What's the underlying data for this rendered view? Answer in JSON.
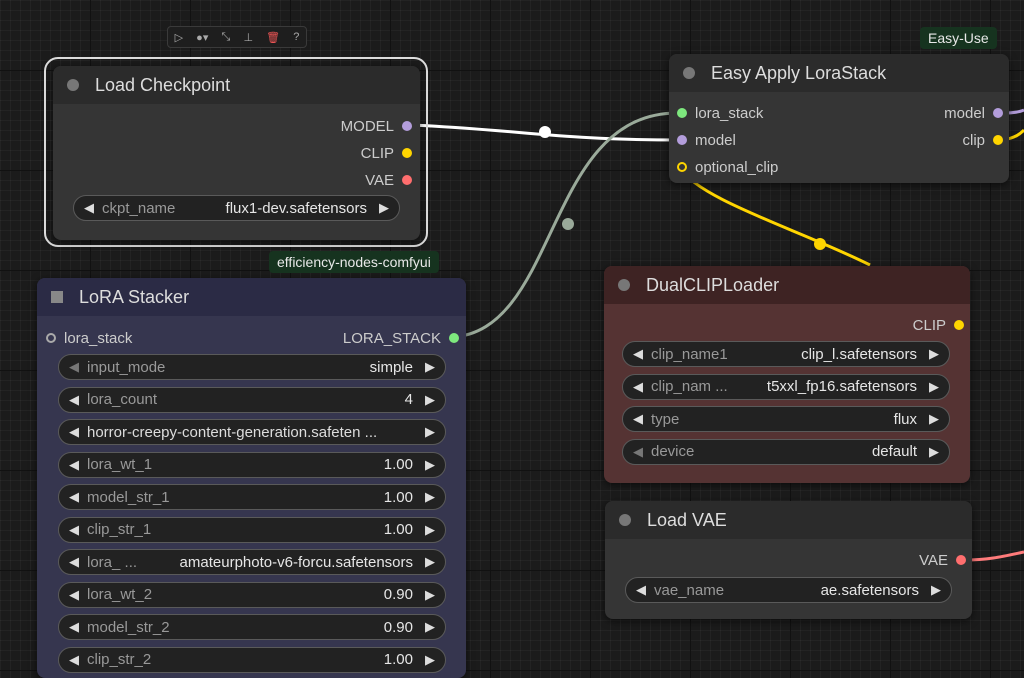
{
  "toolbar": {
    "items": [
      {
        "name": "play-icon",
        "glyph": "▷"
      },
      {
        "name": "color-icon",
        "glyph": "●▾"
      },
      {
        "name": "bypass-icon",
        "glyph": "⤡"
      },
      {
        "name": "pin-icon",
        "glyph": "⊥"
      },
      {
        "name": "trash-icon",
        "glyph": "🗑"
      },
      {
        "name": "help-icon",
        "glyph": "?"
      }
    ]
  },
  "badges": {
    "easy_use": "Easy-Use",
    "efficiency": "efficiency-nodes-comfyui"
  },
  "load_checkpoint": {
    "title": "Load Checkpoint",
    "outputs": [
      "MODEL",
      "CLIP",
      "VAE"
    ],
    "widget": {
      "label": "ckpt_name",
      "value": "flux1-dev.safetensors"
    }
  },
  "easy_apply": {
    "title": "Easy Apply LoraStack",
    "inputs": [
      "lora_stack",
      "model",
      "optional_clip"
    ],
    "outputs": [
      "model",
      "clip"
    ]
  },
  "lora_stacker": {
    "title": "LoRA Stacker",
    "input": "lora_stack",
    "output": "LORA_STACK",
    "widgets": [
      {
        "label": "input_mode",
        "value": "simple"
      },
      {
        "label": "lora_count",
        "value": "4"
      },
      {
        "label": "",
        "value": "horror-creepy-content-generation.safeten ..."
      },
      {
        "label": "lora_wt_1",
        "value": "1.00"
      },
      {
        "label": "model_str_1",
        "value": "1.00"
      },
      {
        "label": "clip_str_1",
        "value": "1.00"
      },
      {
        "label": "lora_ ...",
        "value": "amateurphoto-v6-forcu.safetensors"
      },
      {
        "label": "lora_wt_2",
        "value": "0.90"
      },
      {
        "label": "model_str_2",
        "value": "0.90"
      },
      {
        "label": "clip_str_2",
        "value": "1.00"
      }
    ]
  },
  "dual_clip": {
    "title": "DualCLIPLoader",
    "output": "CLIP",
    "widgets": [
      {
        "label": "clip_name1",
        "value": "clip_l.safetensors"
      },
      {
        "label": "clip_nam ...",
        "value": "t5xxl_fp16.safetensors"
      },
      {
        "label": "type",
        "value": "flux"
      },
      {
        "label": "device",
        "value": "default"
      }
    ]
  },
  "load_vae": {
    "title": "Load VAE",
    "output": "VAE",
    "widget": {
      "label": "vae_name",
      "value": "ae.safetensors"
    }
  },
  "colors": {
    "model": "#b39ddb",
    "clip": "#ffd500",
    "vae": "#ff6e6e",
    "lora_stack": "#7ee87e",
    "wire_model": "#ffffff",
    "wire_clip": "#ffd500",
    "wire_lora": "#9aaa9a",
    "wire_vae": "#ff7b7b"
  }
}
